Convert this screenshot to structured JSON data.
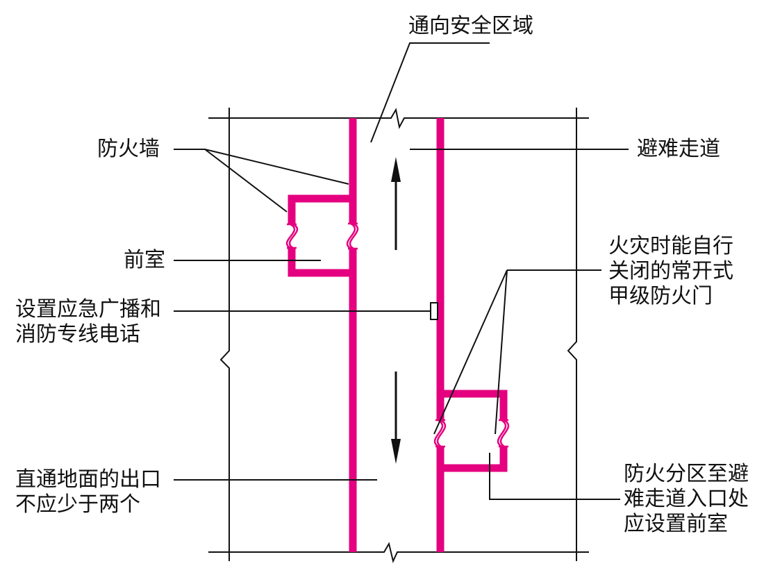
{
  "labels": {
    "top": "通向安全区域",
    "firewall": "防火墙",
    "corridor": "避难走道",
    "anteroom": "前室",
    "broadcast": [
      "设置应急广播和",
      "消防专线电话"
    ],
    "firedoor": [
      "火灾时能自行",
      "关闭的常开式",
      "甲级防火门"
    ],
    "exit": [
      "直通地面的出口",
      "不应少于两个"
    ],
    "zone_anteroom": [
      "防火分区至避",
      "难走道入口处",
      "应设置前室"
    ]
  },
  "colors": {
    "wall": "#e4007f",
    "line": "#111111",
    "background": "#ffffff"
  }
}
